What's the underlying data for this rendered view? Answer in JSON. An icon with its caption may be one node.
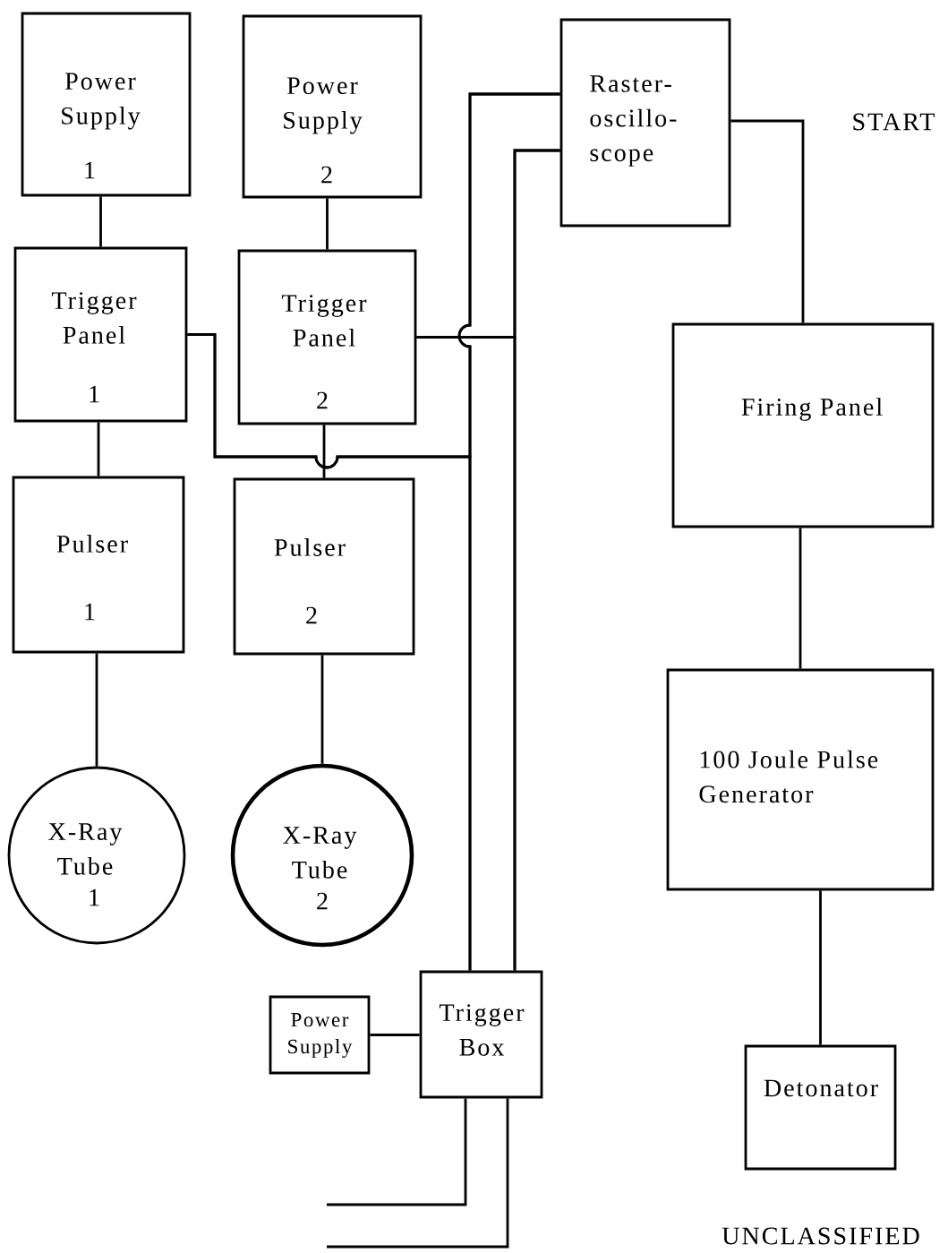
{
  "diagram": {
    "nodes": [
      {
        "text": [
          "Power Supply",
          "1"
        ]
      },
      {
        "text": [
          "Power Supply",
          "2"
        ]
      },
      {
        "text": [
          "Raster- oscillo- scope"
        ]
      },
      {
        "text": [
          "Trigger Panel",
          "1"
        ]
      },
      {
        "text": [
          "Trigger Panel",
          "2"
        ]
      },
      {
        "text": [
          "Firing Panel"
        ]
      },
      {
        "text": [
          "Pulser",
          "1"
        ]
      },
      {
        "text": [
          "Pulser",
          "2"
        ]
      },
      {
        "text": [
          "100 Joule Pulse Generator"
        ]
      },
      {
        "text": [
          "X-Ray Tube",
          "1"
        ]
      },
      {
        "text": [
          "X-Ray Tube",
          "2"
        ]
      },
      {
        "text": [
          "Power Supply"
        ]
      },
      {
        "text": [
          "Trigger Box"
        ]
      },
      {
        "text": [
          "Detonator"
        ]
      }
    ],
    "edges": [
      {
        "from": 0,
        "to": 3,
        "arrow": "none"
      },
      {
        "from": 1,
        "to": 4,
        "arrow": "none"
      },
      {
        "from": 3,
        "to": 6,
        "arrow": "none"
      },
      {
        "from": 4,
        "to": 7,
        "arrow": "none"
      },
      {
        "from": 6,
        "to": 9,
        "arrow": "none"
      },
      {
        "from": 7,
        "to": 10,
        "arrow": "none"
      },
      {
        "from": 5,
        "to": 2,
        "arrow": "none"
      },
      {
        "from": 5,
        "to": 8,
        "arrow": "none"
      },
      {
        "from": 8,
        "to": 13,
        "arrow": "none"
      },
      {
        "from": 2,
        "to": 12,
        "arrow": "none"
      },
      {
        "from": 3,
        "to": 2,
        "arrow": "none"
      },
      {
        "from": 3,
        "to": 12,
        "arrow": "none"
      },
      {
        "from": 2,
        "to": 12,
        "arrow": "none"
      },
      {
        "from": 4,
        "to": 2,
        "arrow": "none"
      },
      {
        "from": 4,
        "to": 12,
        "arrow": "none"
      },
      {
        "from": 11,
        "to": 12,
        "arrow": "none"
      },
      {
        "from": 12,
        "to": null,
        "arrow": "none"
      },
      {
        "from": 12,
        "to": null,
        "arrow": "none"
      }
    ],
    "labels": [
      "START",
      "UNCLASSIFIED"
    ]
  }
}
